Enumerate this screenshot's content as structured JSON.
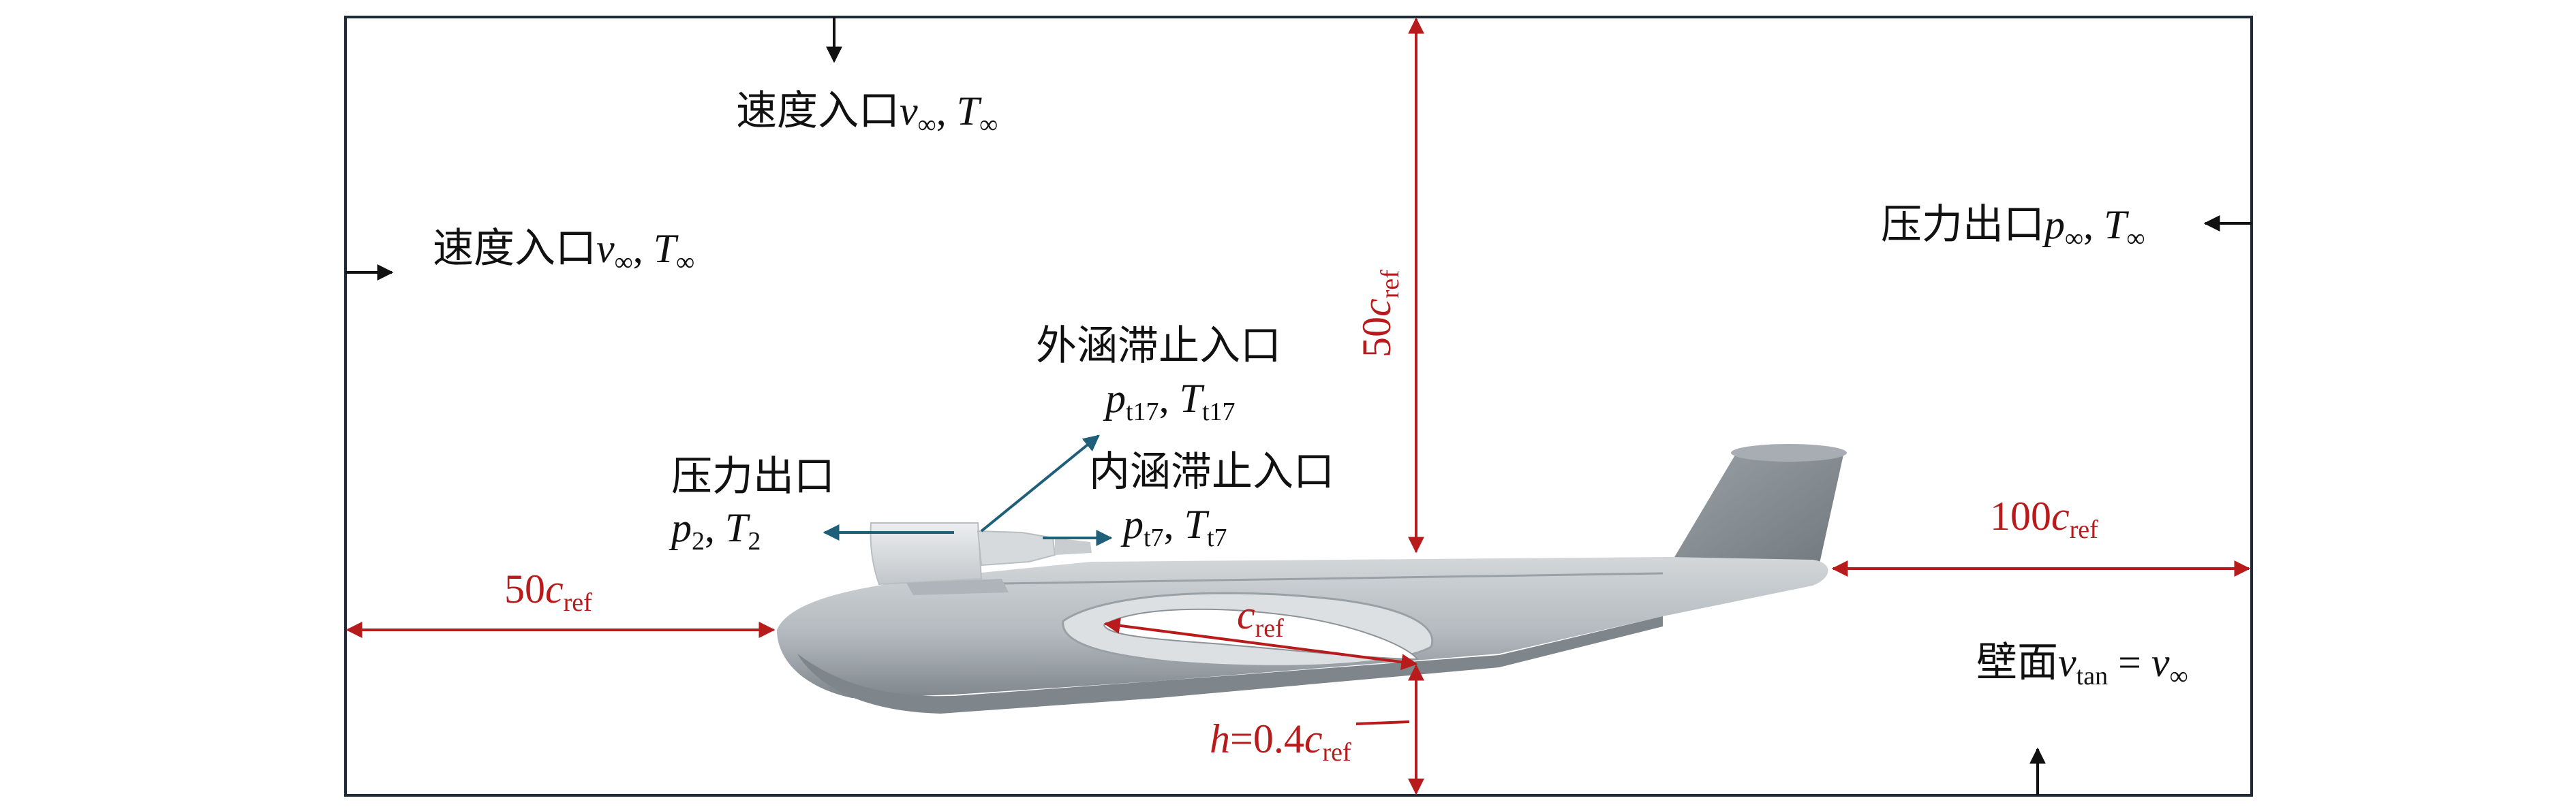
{
  "colors": {
    "dimension": "#b81b1b",
    "flow": "#1f5f7a",
    "boundary": "#1e2a36",
    "aircraft_light": "#c3c8cc",
    "aircraft_dark": "#7d848a"
  },
  "labels": {
    "top_inlet": {
      "text": "速度入口",
      "v": "v",
      "v_sub": "∞",
      "sep": ", ",
      "t": "T",
      "t_sub": "∞"
    },
    "left_inlet": {
      "text": "速度入口",
      "v": "v",
      "v_sub": "∞",
      "sep": ", ",
      "t": "T",
      "t_sub": "∞"
    },
    "right_outlet": {
      "text": "压力出口",
      "p": "p",
      "p_sub": "∞",
      "sep": ", ",
      "t": "T",
      "t_sub": "∞"
    },
    "bypass_inlet": {
      "text": "外涵滞止入口",
      "p": "p",
      "p_sub": "t17",
      "sep": ", ",
      "t": "T",
      "t_sub": "t17"
    },
    "core_inlet": {
      "text": "内涵滞止入口",
      "p": "p",
      "p_sub": "t7",
      "sep": ", ",
      "t": "T",
      "t_sub": "t7"
    },
    "engine_outlet": {
      "text": "压力出口",
      "p": "p",
      "p_sub": "2",
      "sep": ", ",
      "t": "T",
      "t_sub": "2"
    },
    "wall": {
      "text": "壁面",
      "v": "v",
      "v_sub": "tan",
      "eq": " = ",
      "v2": "v",
      "v2_sub": "∞"
    }
  },
  "dimensions": {
    "upstream": {
      "value": "50",
      "c": "c",
      "sub": "ref"
    },
    "height": {
      "value": "50",
      "c": "c",
      "sub": "ref"
    },
    "downstream": {
      "value": "100",
      "c": "c",
      "sub": "ref"
    },
    "chord": {
      "c": "c",
      "sub": "ref"
    },
    "ground": {
      "h": "h",
      "value": "=0.4",
      "c": "c",
      "sub": "ref"
    }
  }
}
